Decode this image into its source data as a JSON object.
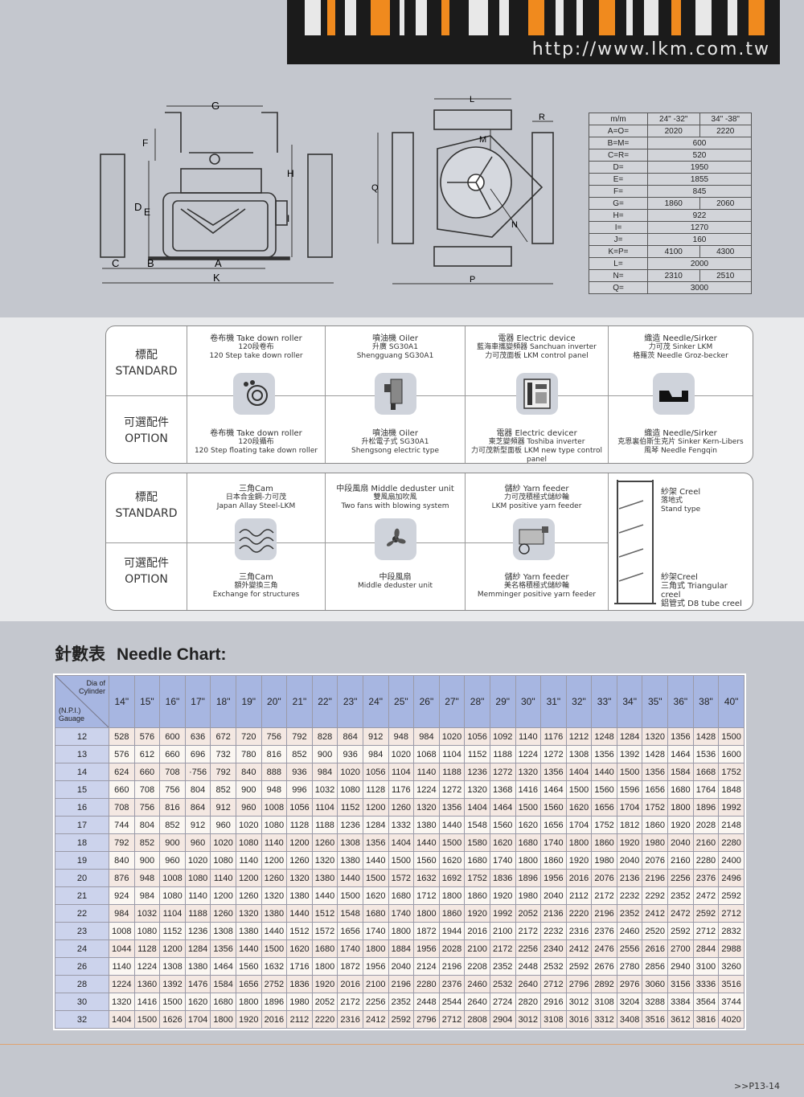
{
  "header": {
    "url": "http://www.lkm.com.tw"
  },
  "diagram_labels": {
    "G": "G",
    "F": "F",
    "D": "D",
    "E": "E",
    "H": "H",
    "I": "I",
    "C": "C",
    "B": "B",
    "A": "A",
    "K": "K",
    "L": "L",
    "R": "R",
    "M": "M",
    "Q": "Q",
    "N": "N",
    "P": "P"
  },
  "dimensions": {
    "header": [
      "m/m",
      "24\" -32\"",
      "34\" -38\""
    ],
    "rows": [
      {
        "label": "A=O=",
        "v1": "2020",
        "v2": "2220"
      },
      {
        "label": "B=M=",
        "v": "600"
      },
      {
        "label": "C=R=",
        "v": "520"
      },
      {
        "label": "D=",
        "v": "1950"
      },
      {
        "label": "E=",
        "v": "1855"
      },
      {
        "label": "F=",
        "v": "845"
      },
      {
        "label": "G=",
        "v1": "1860",
        "v2": "2060"
      },
      {
        "label": "H=",
        "v": "922"
      },
      {
        "label": "I=",
        "v": "1270"
      },
      {
        "label": "J=",
        "v": "160"
      },
      {
        "label": "K=P=",
        "v1": "4100",
        "v2": "4300"
      },
      {
        "label": "L=",
        "v": "2000"
      },
      {
        "label": "N=",
        "v1": "2310",
        "v2": "2510"
      },
      {
        "label": "Q=",
        "v": "3000"
      }
    ]
  },
  "box1": {
    "standard": {
      "zh": "標配",
      "en": "STANDARD"
    },
    "option": {
      "zh": "可選配件",
      "en": "OPTION"
    },
    "cols": [
      {
        "std_title": "卷布機 Take down roller",
        "std_l1": "120段卷布",
        "std_l2": "120 Step take down roller",
        "opt_title": "卷布機 Take down roller",
        "opt_l1": "120段攝布",
        "opt_l2": "120 Step floating take down roller"
      },
      {
        "std_title": "噴油機 Oiler",
        "std_l1": "升廣 SG30A1",
        "std_l2": "Shengguang SG30A1",
        "opt_title": "噴油機 Oiler",
        "opt_l1": "升松電子式 SG30A1",
        "opt_l2": "Shengsong electric type"
      },
      {
        "std_title": "電器 Electric device",
        "std_l1": "藍海車攜變頻器 Sanchuan inverter",
        "std_l2": "力可茂面板 LKM control panel",
        "opt_title": "電器 Electric devicer",
        "opt_l1": "東芝變頻器 Toshiba inverter",
        "opt_l2": "力可茂新型面板 LKM new type control panel"
      },
      {
        "std_title": "織造 Needle/Sirker",
        "std_l1": "力可茂 Sinker LKM",
        "std_l2": "格羅茨 Needle Groz-becker",
        "opt_title": "織造 Needle/Sirker",
        "opt_l1": "克恩裏伯斯生克片 Sinker Kern-Libers",
        "opt_l2": "風琴 Needle Fengqin"
      }
    ]
  },
  "box2": {
    "standard": {
      "zh": "標配",
      "en": "STANDARD"
    },
    "option": {
      "zh": "可選配件",
      "en": "OPTION"
    },
    "cols": [
      {
        "std_title": "三角Cam",
        "std_l1": "日本合金鋼-力可茂",
        "std_l2": "Japan Allay Steel-LKM",
        "opt_title": "三角Cam",
        "opt_l1": "額外變換三角",
        "opt_l2": "Exchange for structures"
      },
      {
        "std_title": "中段風扇 Middle deduster unit",
        "std_l1": "雙風扇加吹風",
        "std_l2": "Two fans with blowing system",
        "opt_title": "中段風扇",
        "opt_l1": "Middle deduster unit",
        "opt_l2": ""
      },
      {
        "std_title": "儲紗 Yarn feeder",
        "std_l1": "力可茂積極式儲紗輪",
        "std_l2": "LKM positive yarn feeder",
        "opt_title": "儲紗 Yarn feeder",
        "opt_l1": "美名格積極式儲紗輪",
        "opt_l2": "Memminger positive yarn feeder"
      }
    ],
    "creel": {
      "std_title": "紗架 Creel",
      "std_l1": "落地式",
      "std_l2": "Stand type",
      "opt_title": "紗架Creel",
      "opt_l1": "三角式 Triangular creel",
      "opt_l2": "鋁管式 D8 tube creel"
    }
  },
  "chart_title": {
    "zh": "針數表",
    "en": "Needle Chart:"
  },
  "table": {
    "corner_top": "Dia of Cylinder",
    "corner_bottom": "(N.P.I.) Gauage",
    "headers": [
      "14\"",
      "15\"",
      "16\"",
      "17\"",
      "18\"",
      "19\"",
      "20\"",
      "21\"",
      "22\"",
      "23\"",
      "24\"",
      "25\"",
      "26\"",
      "27\"",
      "28\"",
      "29\"",
      "30\"",
      "31\"",
      "32\"",
      "33\"",
      "34\"",
      "35\"",
      "36\"",
      "38\"",
      "40\""
    ],
    "rows": [
      {
        "g": "12",
        "v": [
          "528",
          "576",
          "600",
          "636",
          "672",
          "720",
          "756",
          "792",
          "828",
          "864",
          "912",
          "948",
          "984",
          "1020",
          "1056",
          "1092",
          "1140",
          "1176",
          "1212",
          "1248",
          "1284",
          "1320",
          "1356",
          "1428",
          "1500"
        ]
      },
      {
        "g": "13",
        "v": [
          "576",
          "612",
          "660",
          "696",
          "732",
          "780",
          "816",
          "852",
          "900",
          "936",
          "984",
          "1020",
          "1068",
          "1104",
          "1152",
          "1188",
          "1224",
          "1272",
          "1308",
          "1356",
          "1392",
          "1428",
          "1464",
          "1536",
          "1600"
        ]
      },
      {
        "g": "14",
        "v": [
          "624",
          "660",
          "708",
          "·756",
          "792",
          "840",
          "888",
          "936",
          "984",
          "1020",
          "1056",
          "1104",
          "1140",
          "1188",
          "1236",
          "1272",
          "1320",
          "1356",
          "1404",
          "1440",
          "1500",
          "1356",
          "1584",
          "1668",
          "1752"
        ]
      },
      {
        "g": "15",
        "v": [
          "660",
          "708",
          "756",
          "804",
          "852",
          "900",
          "948",
          "996",
          "1032",
          "1080",
          "1128",
          "1176",
          "1224",
          "1272",
          "1320",
          "1368",
          "1416",
          "1464",
          "1500",
          "1560",
          "1596",
          "1656",
          "1680",
          "1764",
          "1848"
        ]
      },
      {
        "g": "16",
        "v": [
          "708",
          "756",
          "816",
          "864",
          "912",
          "960",
          "1008",
          "1056",
          "1104",
          "1152",
          "1200",
          "1260",
          "1320",
          "1356",
          "1404",
          "1464",
          "1500",
          "1560",
          "1620",
          "1656",
          "1704",
          "1752",
          "1800",
          "1896",
          "1992"
        ]
      },
      {
        "g": "17",
        "v": [
          "744",
          "804",
          "852",
          "912",
          "960",
          "1020",
          "1080",
          "1128",
          "1188",
          "1236",
          "1284",
          "1332",
          "1380",
          "1440",
          "1548",
          "1560",
          "1620",
          "1656",
          "1704",
          "1752",
          "1812",
          "1860",
          "1920",
          "2028",
          "2148"
        ]
      },
      {
        "g": "18",
        "v": [
          "792",
          "852",
          "900",
          "960",
          "1020",
          "1080",
          "1140",
          "1200",
          "1260",
          "1308",
          "1356",
          "1404",
          "1440",
          "1500",
          "1580",
          "1620",
          "1680",
          "1740",
          "1800",
          "1860",
          "1920",
          "1980",
          "2040",
          "2160",
          "2280"
        ]
      },
      {
        "g": "19",
        "v": [
          "840",
          "900",
          "960",
          "1020",
          "1080",
          "1140",
          "1200",
          "1260",
          "1320",
          "1380",
          "1440",
          "1500",
          "1560",
          "1620",
          "1680",
          "1740",
          "1800",
          "1860",
          "1920",
          "1980",
          "2040",
          "2076",
          "2160",
          "2280",
          "2400"
        ]
      },
      {
        "g": "20",
        "v": [
          "876",
          "948",
          "1008",
          "1080",
          "1140",
          "1200",
          "1260",
          "1320",
          "1380",
          "1440",
          "1500",
          "1572",
          "1632",
          "1692",
          "1752",
          "1836",
          "1896",
          "1956",
          "2016",
          "2076",
          "2136",
          "2196",
          "2256",
          "2376",
          "2496"
        ]
      },
      {
        "g": "21",
        "v": [
          "924",
          "984",
          "1080",
          "1140",
          "1200",
          "1260",
          "1320",
          "1380",
          "1440",
          "1500",
          "1620",
          "1680",
          "1712",
          "1800",
          "1860",
          "1920",
          "1980",
          "2040",
          "2112",
          "2172",
          "2232",
          "2292",
          "2352",
          "2472",
          "2592"
        ]
      },
      {
        "g": "22",
        "v": [
          "984",
          "1032",
          "1104",
          "1188",
          "1260",
          "1320",
          "1380",
          "1440",
          "1512",
          "1548",
          "1680",
          "1740",
          "1800",
          "1860",
          "1920",
          "1992",
          "2052",
          "2136",
          "2220",
          "2196",
          "2352",
          "2412",
          "2472",
          "2592",
          "2712"
        ]
      },
      {
        "g": "23",
        "v": [
          "1008",
          "1080",
          "1152",
          "1236",
          "1308",
          "1380",
          "1440",
          "1512",
          "1572",
          "1656",
          "1740",
          "1800",
          "1872",
          "1944",
          "2016",
          "2100",
          "2172",
          "2232",
          "2316",
          "2376",
          "2460",
          "2520",
          "2592",
          "2712",
          "2832"
        ]
      },
      {
        "g": "24",
        "v": [
          "1044",
          "1128",
          "1200",
          "1284",
          "1356",
          "1440",
          "1500",
          "1620",
          "1680",
          "1740",
          "1800",
          "1884",
          "1956",
          "2028",
          "2100",
          "2172",
          "2256",
          "2340",
          "2412",
          "2476",
          "2556",
          "2616",
          "2700",
          "2844",
          "2988"
        ]
      },
      {
        "g": "26",
        "v": [
          "1140",
          "1224",
          "1308",
          "1380",
          "1464",
          "1560",
          "1632",
          "1716",
          "1800",
          "1872",
          "1956",
          "2040",
          "2124",
          "2196",
          "2208",
          "2352",
          "2448",
          "2532",
          "2592",
          "2676",
          "2780",
          "2856",
          "2940",
          "3100",
          "3260"
        ]
      },
      {
        "g": "28",
        "v": [
          "1224",
          "1360",
          "1392",
          "1476",
          "1584",
          "1656",
          "2752",
          "1836",
          "1920",
          "2016",
          "2100",
          "2196",
          "2280",
          "2376",
          "2460",
          "2532",
          "2640",
          "2712",
          "2796",
          "2892",
          "2976",
          "3060",
          "3156",
          "3336",
          "3516"
        ]
      },
      {
        "g": "30",
        "v": [
          "1320",
          "1416",
          "1500",
          "1620",
          "1680",
          "1800",
          "1896",
          "1980",
          "2052",
          "2172",
          "2256",
          "2352",
          "2448",
          "2544",
          "2640",
          "2724",
          "2820",
          "2916",
          "3012",
          "3108",
          "3204",
          "3288",
          "3384",
          "3564",
          "3744"
        ]
      },
      {
        "g": "32",
        "v": [
          "1404",
          "1500",
          "1626",
          "1704",
          "1800",
          "1920",
          "2016",
          "2112",
          "2220",
          "2316",
          "2412",
          "2592",
          "2796",
          "2712",
          "2808",
          "2904",
          "3012",
          "3108",
          "3016",
          "3312",
          "3408",
          "3516",
          "3612",
          "3816",
          "4020"
        ]
      }
    ]
  },
  "footer": {
    "page": ">>P13-14"
  }
}
